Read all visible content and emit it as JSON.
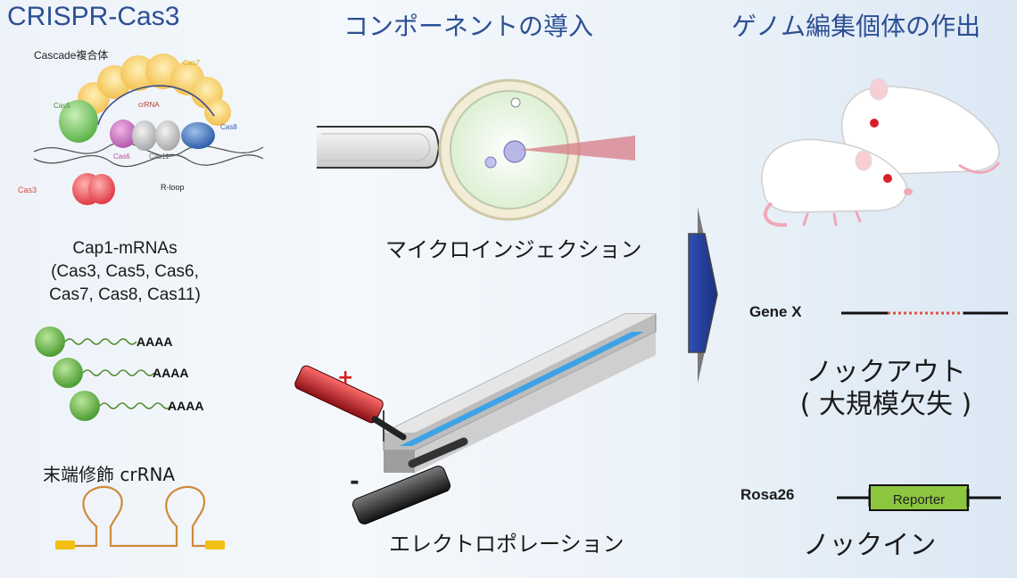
{
  "titles": {
    "crispr": "CRISPR-Cas3",
    "components": "コンポーネントの導入",
    "production": "ゲノム編集個体の作出"
  },
  "cascade": {
    "complex_label": "Cascade複合体",
    "cas7": "Cas7",
    "cas5": "Cas5",
    "crrna": "crRNA",
    "cas8": "Cas8",
    "cas6": "Cas6",
    "cas11": "Cas11",
    "cas3": "Cas3",
    "rloop": "R-loop"
  },
  "mrna": {
    "heading_lines": [
      "Cap1-mRNAs",
      "(Cas3, Cas5, Cas6,",
      "Cas7, Cas8, Cas11)"
    ],
    "polya": [
      "AAAA",
      "AAAA",
      "AAAA"
    ]
  },
  "crrna_label": "末端修飾 crRNA",
  "methods": {
    "microinjection": "マイクロインジェクション",
    "electroporation": "エレクトロポレーション",
    "plus": "+",
    "minus": "-"
  },
  "outcomes": {
    "gene_x": "Gene X",
    "knockout_lines": [
      "ノックアウト",
      "( 大規模欠失 )"
    ],
    "rosa26": "Rosa26",
    "reporter": "Reporter",
    "knockin": "ノックイン"
  },
  "colors": {
    "title_blue": "#2c4f94",
    "arrow_blue": "#1f3f9e",
    "deletion_red": "#e0503a",
    "reporter_green": "#8cc63f",
    "crrna_orange": "#cf8a3a",
    "cas3_red": "#e8454f",
    "cas5_green": "#7dc86a",
    "cas7_yellow": "#f4c960",
    "cas8_blue": "#3f6fb0"
  }
}
